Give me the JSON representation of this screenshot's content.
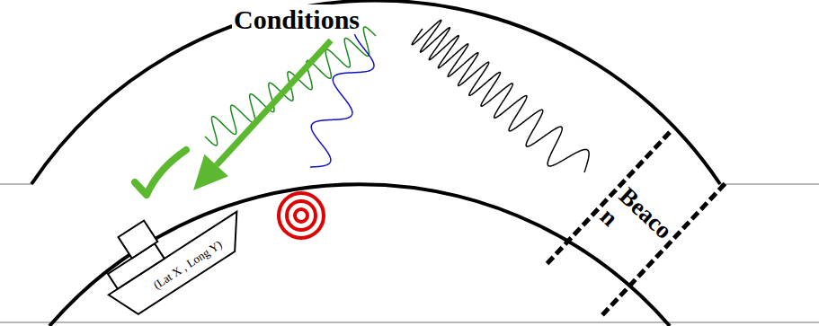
{
  "diagram": {
    "nodes": [
      {
        "text": [
          "Beaco n"
        ]
      }
    ],
    "labels": [
      "Conditions",
      "(Lat X , Long Y)"
    ]
  }
}
